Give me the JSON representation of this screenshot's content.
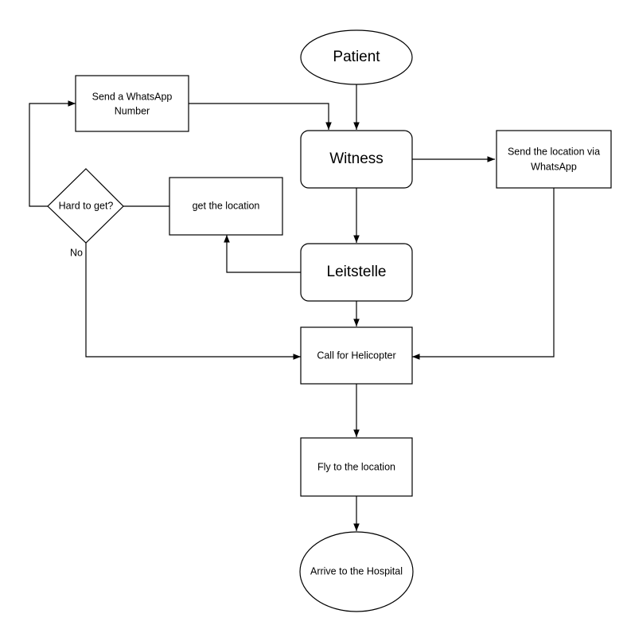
{
  "nodes": {
    "patient": "Patient",
    "whatsapp_number": [
      "Send a WhatsApp",
      "Number"
    ],
    "witness": "Witness",
    "send_location": [
      "Send the location via",
      "WhatsApp"
    ],
    "hard_to_get": "Hard to get?",
    "get_location": "get the location",
    "leitstelle": "Leitstelle",
    "call_helicopter": "Call for Helicopter",
    "fly": "Fly to the location",
    "hospital": "Arrive to the Hospital"
  },
  "edge_labels": {
    "no": "No"
  }
}
